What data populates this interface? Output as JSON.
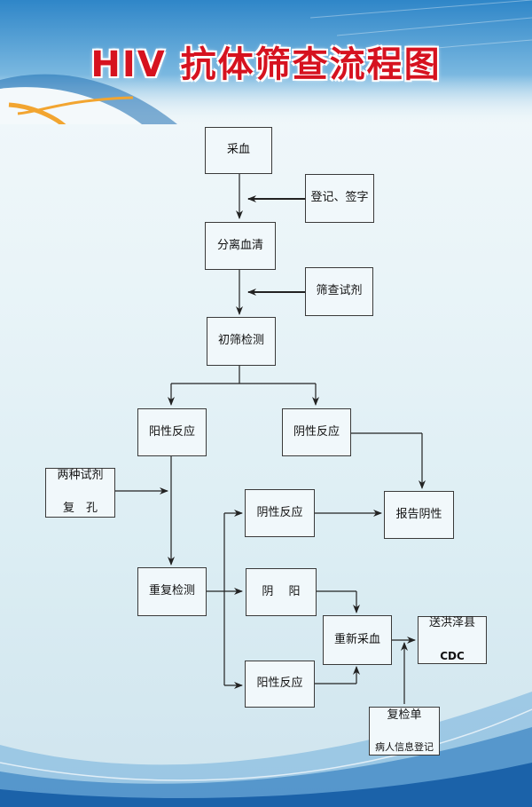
{
  "title": "HIV 抗体筛查流程图",
  "nodes": {
    "caixue": "采血",
    "dengji": "登记、签字",
    "fenli": "分离血清",
    "shaicha_shiji": "筛查试剂",
    "chushai": "初筛检测",
    "yangxing1": "阳性反应",
    "yinxing1": "阴性反应",
    "liangzhong_line1": "两种试剂",
    "liangzhong_line2": "复　孔",
    "yinxing2": "阴性反应",
    "baogao": "报告阴性",
    "chongfu": "重复检测",
    "yinyang": "阴　 阳",
    "chongxin": "重新采血",
    "songhong_line1": "送洪泽县",
    "songhong_line2": "CDC",
    "yangxing2": "阳性反应",
    "fujian_line1": "复检单",
    "fujian_line2": "病人信息登记"
  }
}
